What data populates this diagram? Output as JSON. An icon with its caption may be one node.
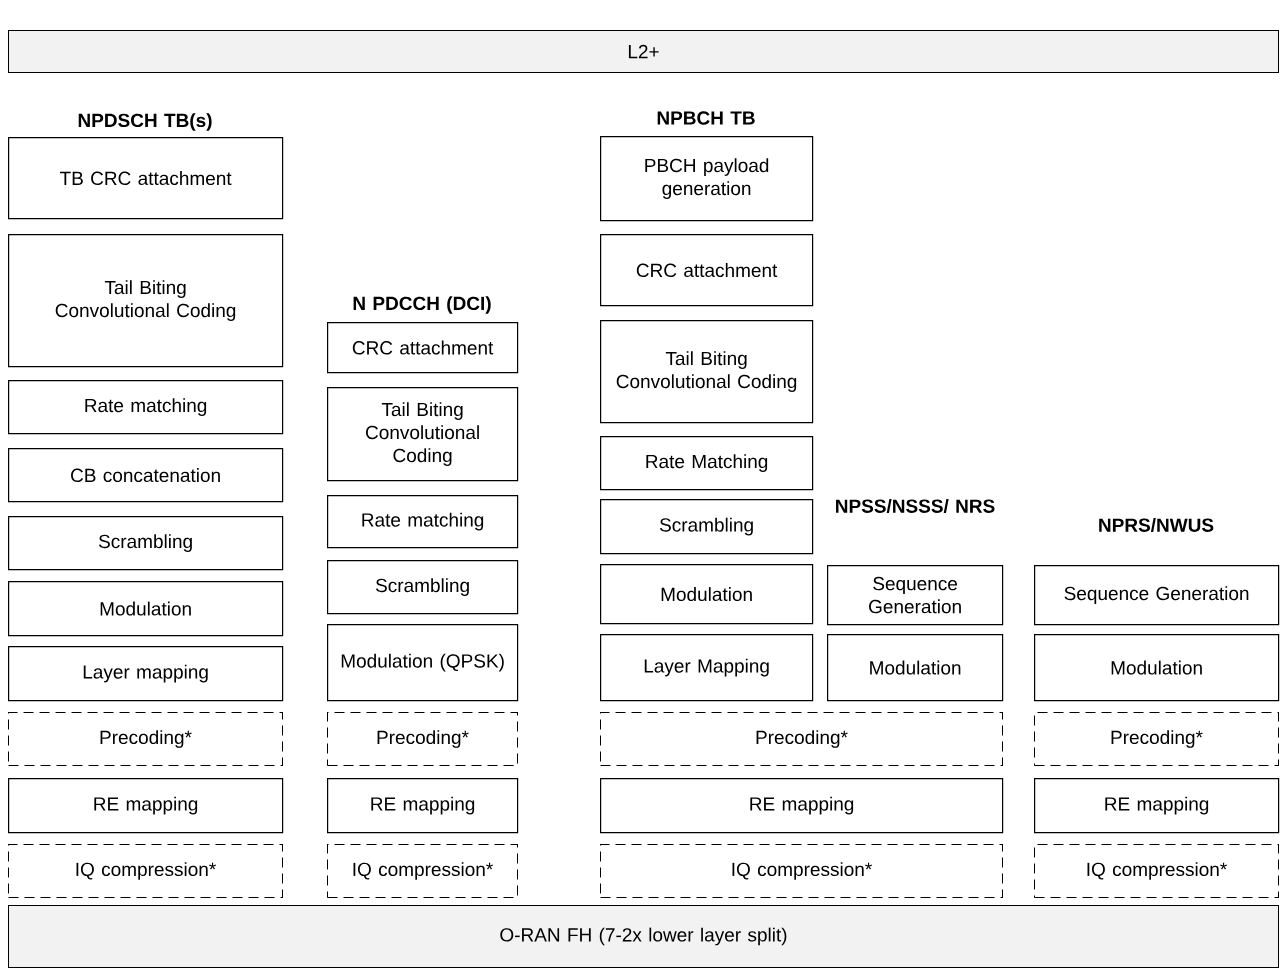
{
  "diagram": {
    "nodes": [
      {
        "text": [
          "L2+"
        ]
      },
      {
        "text": [
          "TB CRC attachment"
        ]
      },
      {
        "text": [
          "Tail Biting Convolutional Coding"
        ]
      },
      {
        "text": [
          "Rate matching"
        ]
      },
      {
        "text": [
          "CB concatenation"
        ]
      },
      {
        "text": [
          "Scrambling"
        ]
      },
      {
        "text": [
          "Modulation"
        ]
      },
      {
        "text": [
          "Layer mapping"
        ]
      },
      {
        "text": [
          "Precoding*"
        ]
      },
      {
        "text": [
          "RE mapping"
        ]
      },
      {
        "text": [
          "IQ compression*"
        ]
      },
      {
        "text": [
          "CRC attachment"
        ]
      },
      {
        "text": [
          "Tail Biting Convolutional Coding"
        ]
      },
      {
        "text": [
          "Rate matching"
        ]
      },
      {
        "text": [
          "Scrambling"
        ]
      },
      {
        "text": [
          "Modulation (QPSK)"
        ]
      },
      {
        "text": [
          "Precoding*"
        ]
      },
      {
        "text": [
          "RE mapping"
        ]
      },
      {
        "text": [
          "IQ compression*"
        ]
      },
      {
        "text": [
          "PBCH payload generation"
        ]
      },
      {
        "text": [
          "CRC attachment"
        ]
      },
      {
        "text": [
          "Tail Biting Convolutional Coding"
        ]
      },
      {
        "text": [
          "Rate Matching"
        ]
      },
      {
        "text": [
          "Scrambling"
        ]
      },
      {
        "text": [
          "Modulation"
        ]
      },
      {
        "text": [
          "Layer Mapping"
        ]
      },
      {
        "text": [
          "Sequence Generation"
        ]
      },
      {
        "text": [
          "Modulation"
        ]
      },
      {
        "text": [
          "Precoding*"
        ]
      },
      {
        "text": [
          "RE mapping"
        ]
      },
      {
        "text": [
          "IQ compression*"
        ]
      },
      {
        "text": [
          "Sequence Generation"
        ]
      },
      {
        "text": [
          "Modulation"
        ]
      },
      {
        "text": [
          "Precoding*"
        ]
      },
      {
        "text": [
          "RE mapping"
        ]
      },
      {
        "text": [
          "IQ compression*"
        ]
      },
      {
        "text": [
          "O-RAN FH (7-2x lower layer split)"
        ]
      }
    ],
    "labels": [
      "NPDSCH TB(s)",
      "N PDCCH (DCI)",
      "NPBCH TB",
      "NPSS/NSSS/ NRS",
      "NPRS/NWUS"
    ]
  }
}
